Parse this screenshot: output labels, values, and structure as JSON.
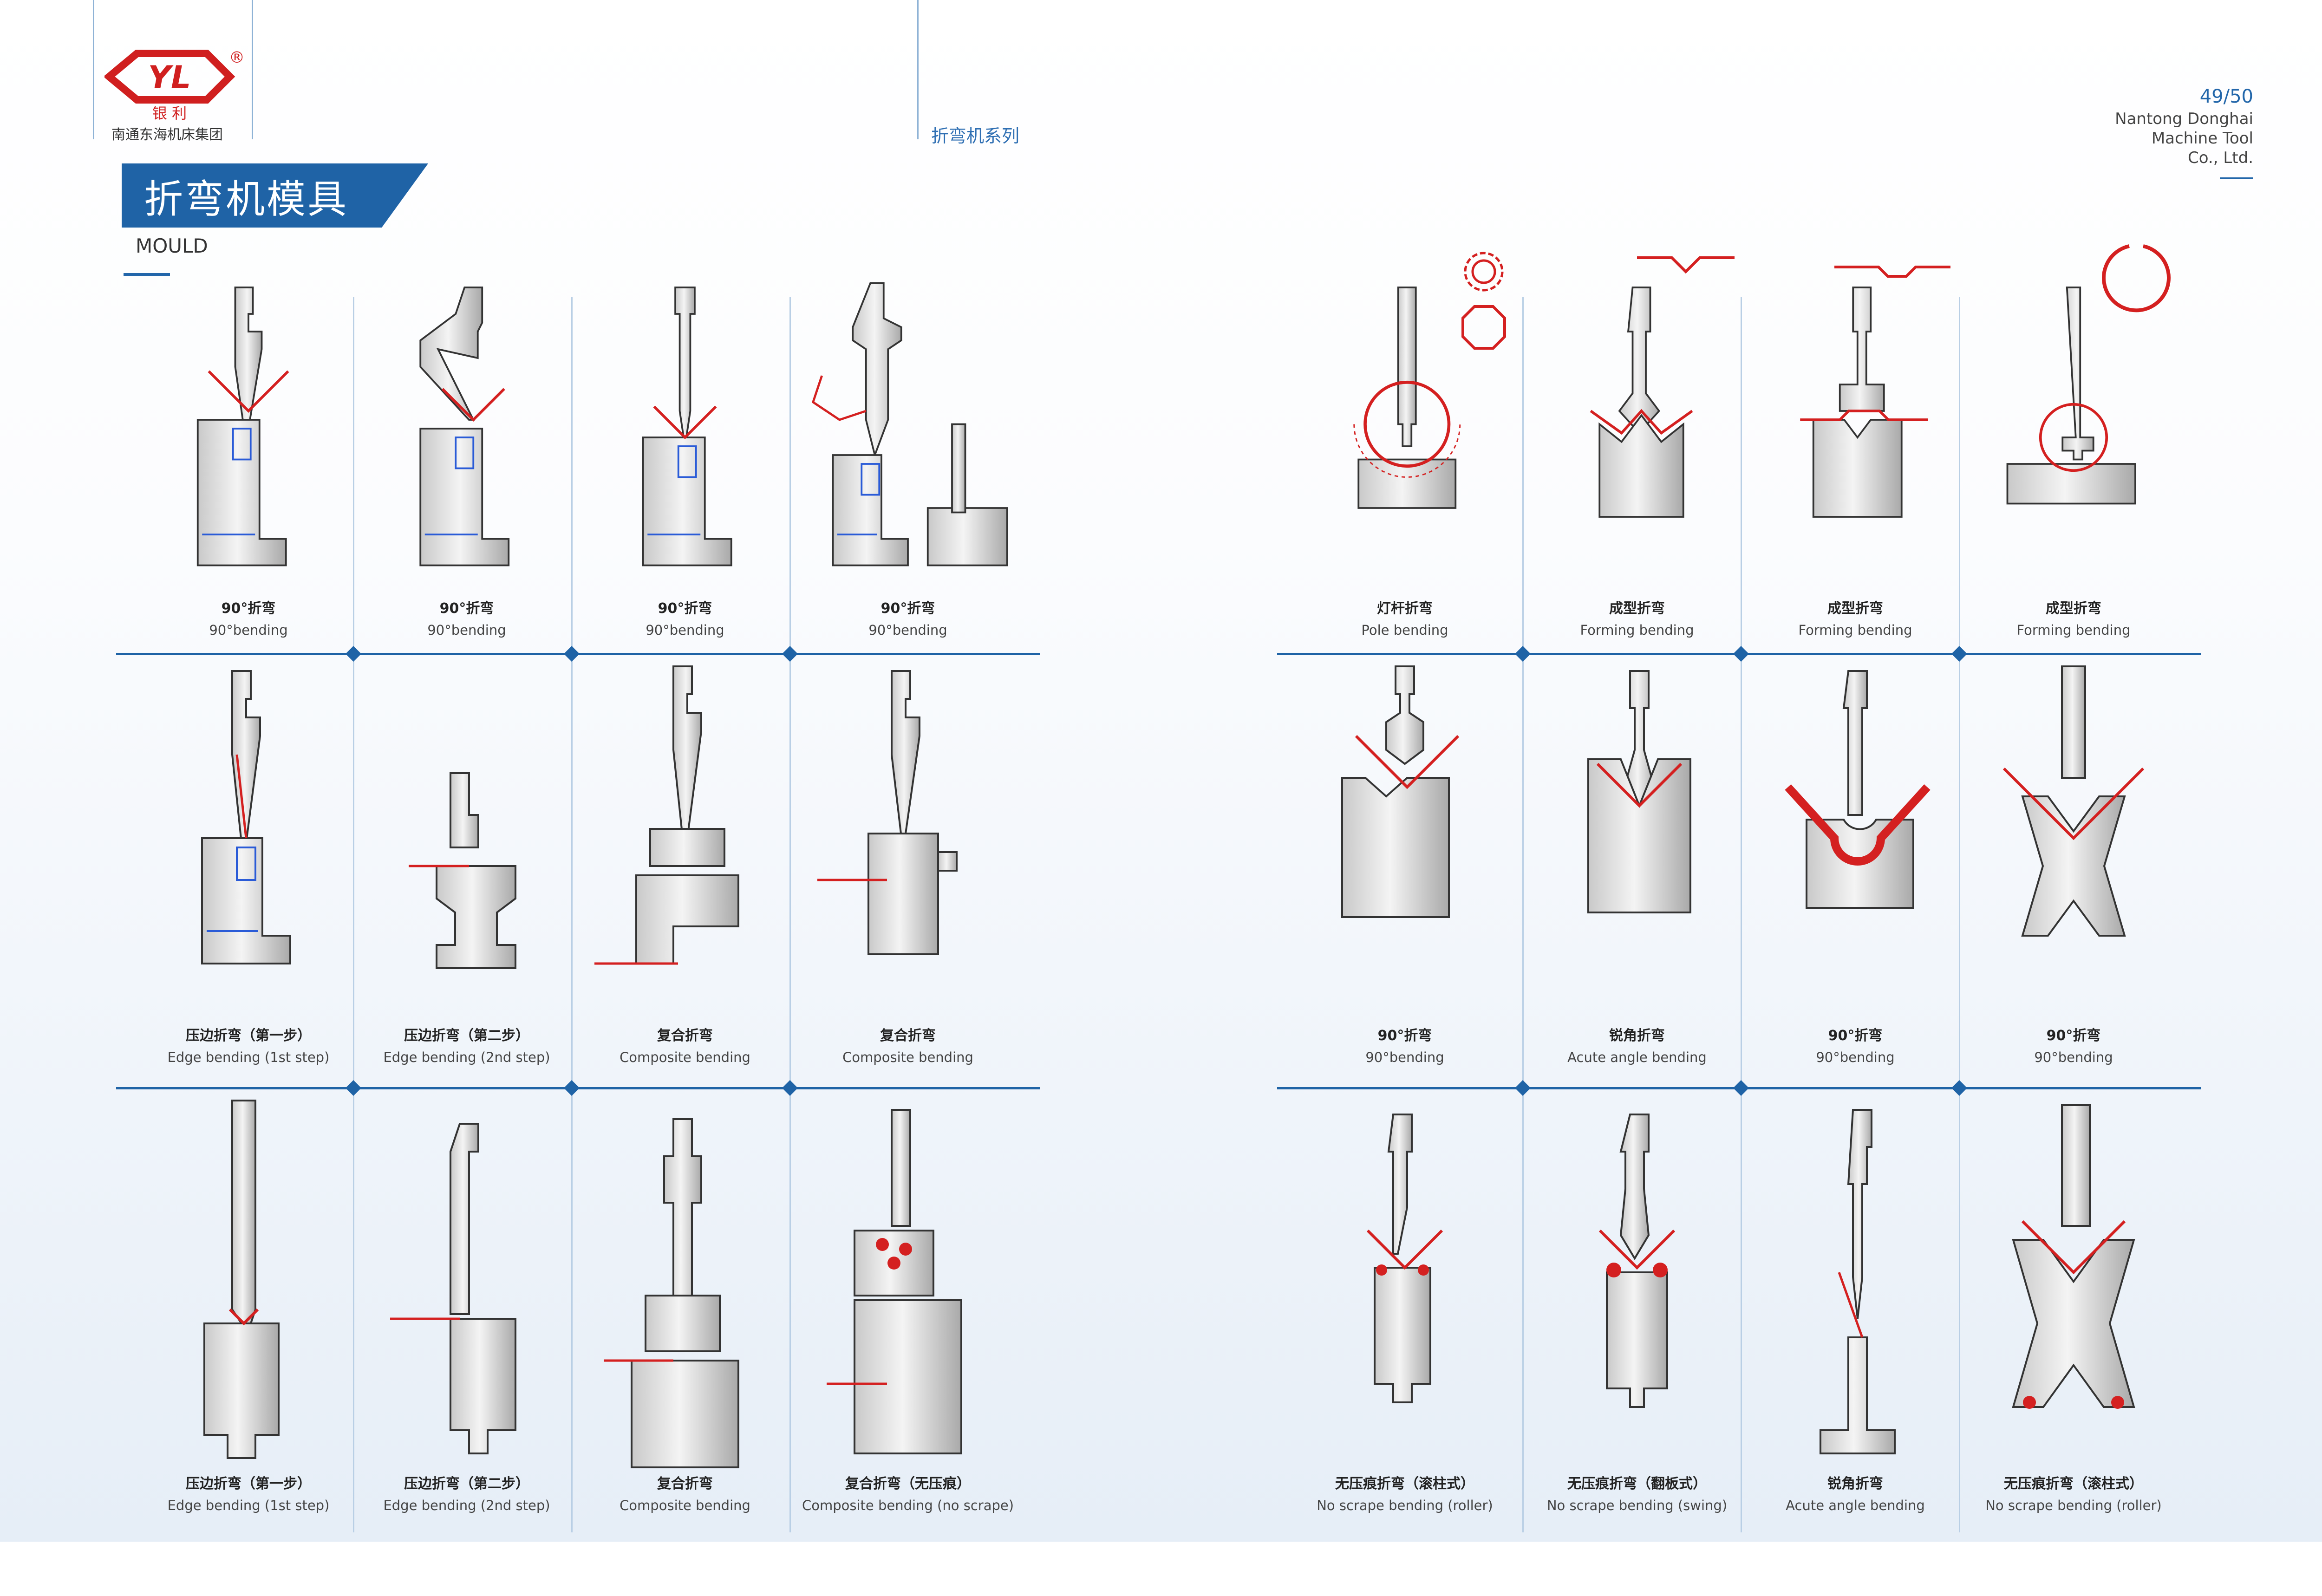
{
  "header": {
    "logo_text": "YL",
    "logo_sub": "银  利",
    "registered_mark": "®",
    "company_cn": "南通东海机床集团",
    "series_title": "折弯机系列",
    "page_number": "49/50",
    "company_en": "Nantong Donghai\nMachine Tool\nCo., Ltd."
  },
  "section": {
    "title_cn": "折弯机模具",
    "title_en": "MOULD"
  },
  "colors": {
    "brand_blue": "#1f63a6",
    "bend_red": "#d42020",
    "logo_red": "#d01f1f"
  },
  "left_page": {
    "rows": [
      [
        {
          "cn": "90°折弯",
          "en": "90°bending",
          "icon": "punch-die-90-icon"
        },
        {
          "cn": "90°折弯",
          "en": "90°bending",
          "icon": "gooseneck-punch-90-icon"
        },
        {
          "cn": "90°折弯",
          "en": "90°bending",
          "icon": "narrow-punch-90-icon"
        },
        {
          "cn": "90°折弯",
          "en": "90°bending",
          "icon": "gooseneck-multi-die-icon"
        }
      ],
      [
        {
          "cn": "压边折弯（第一步）",
          "en": "Edge bending (1st step)",
          "icon": "hemming-step1-icon"
        },
        {
          "cn": "压边折弯（第二步）",
          "en": "Edge bending (2nd  step)",
          "icon": "hemming-step2-icon"
        },
        {
          "cn": "复合折弯",
          "en": "Composite bending",
          "icon": "composite-bending-icon"
        },
        {
          "cn": "复合折弯",
          "en": "Composite bending",
          "icon": "composite-bending-2-icon"
        }
      ],
      [
        {
          "cn": "压边折弯（第一步）",
          "en": "Edge bending (1st step)",
          "icon": "hemming-step1-b-icon"
        },
        {
          "cn": "压边折弯（第二步）",
          "en": "Edge bending (2nd step)",
          "icon": "hemming-step2-b-icon"
        },
        {
          "cn": "复合折弯",
          "en": "Composite bending",
          "icon": "composite-bending-3-icon"
        },
        {
          "cn": "复合折弯（无压痕）",
          "en": "Composite bending (no scrape)",
          "icon": "composite-no-scrape-icon"
        }
      ]
    ]
  },
  "right_page": {
    "rows": [
      [
        {
          "cn": "灯杆折弯",
          "en": "Pole bending",
          "icon": "pole-bending-icon"
        },
        {
          "cn": "成型折弯",
          "en": "Forming bending",
          "icon": "forming-bending-icon"
        },
        {
          "cn": "成型折弯",
          "en": "Forming bending",
          "icon": "forming-bending-2-icon"
        },
        {
          "cn": "成型折弯",
          "en": "Forming bending",
          "icon": "forming-bending-round-icon"
        }
      ],
      [
        {
          "cn": "90°折弯",
          "en": "90°bending",
          "icon": "vdie-90-icon"
        },
        {
          "cn": "锐角折弯",
          "en": "Acute angle bending",
          "icon": "acute-vdie-icon"
        },
        {
          "cn": "90°折弯",
          "en": "90°bending",
          "icon": "radius-90-icon"
        },
        {
          "cn": "90°折弯",
          "en": "90°bending",
          "icon": "x-die-90-icon"
        }
      ],
      [
        {
          "cn": "无压痕折弯（滚柱式）",
          "en": "No scrape bending (roller)",
          "icon": "roller-no-scrape-icon"
        },
        {
          "cn": "无压痕折弯（翻板式）",
          "en": "No scrape bending (swing)",
          "icon": "swing-no-scrape-icon"
        },
        {
          "cn": "锐角折弯",
          "en": "Acute angle bending",
          "icon": "acute-thin-icon"
        },
        {
          "cn": "无压痕折弯（滚柱式）",
          "en": "No scrape bending (roller)",
          "icon": "x-roller-no-scrape-icon"
        }
      ]
    ]
  }
}
